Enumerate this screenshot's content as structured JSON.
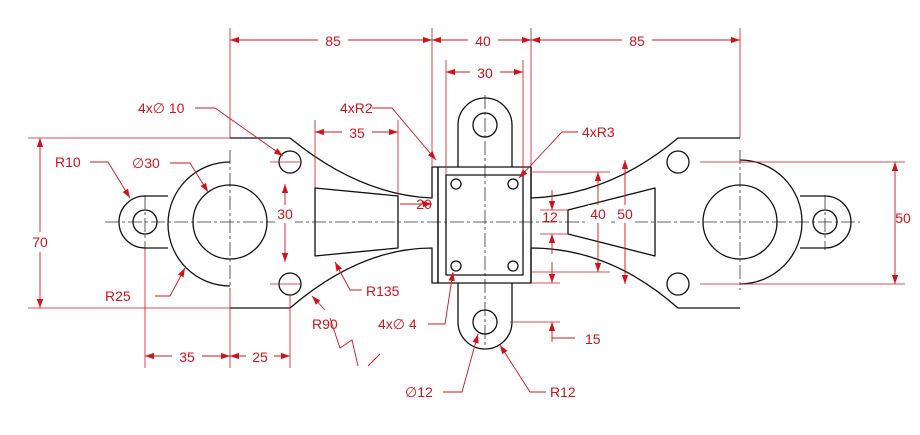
{
  "dimensions": {
    "left_length": "85",
    "center_length": "40",
    "right_length": "85",
    "boss_width": "30",
    "slot_length": "35",
    "left_hole_offset": "35",
    "left_step": "25",
    "overall_height": "70",
    "right_height": "50",
    "center_height_50": "50",
    "taper_height_40": "40",
    "neck_width_20": "20",
    "slot_height_30": "30",
    "slot_end_12": "12",
    "boss_offset_15": "15"
  },
  "callouts": {
    "small_holes": "4x∅ 10",
    "corner_radius_2": "4xR2",
    "corner_radius_3": "4xR3",
    "end_radius": "R10",
    "main_bore": "∅30",
    "outer_radius": "R25",
    "arc_radius_135": "R135",
    "arc_radius_90": "R90",
    "corner_holes": "4x∅ 4",
    "boss_hole": "∅12",
    "boss_radius": "R12"
  },
  "colors": {
    "geometry": "#111111",
    "dimension": "#d0141c"
  }
}
